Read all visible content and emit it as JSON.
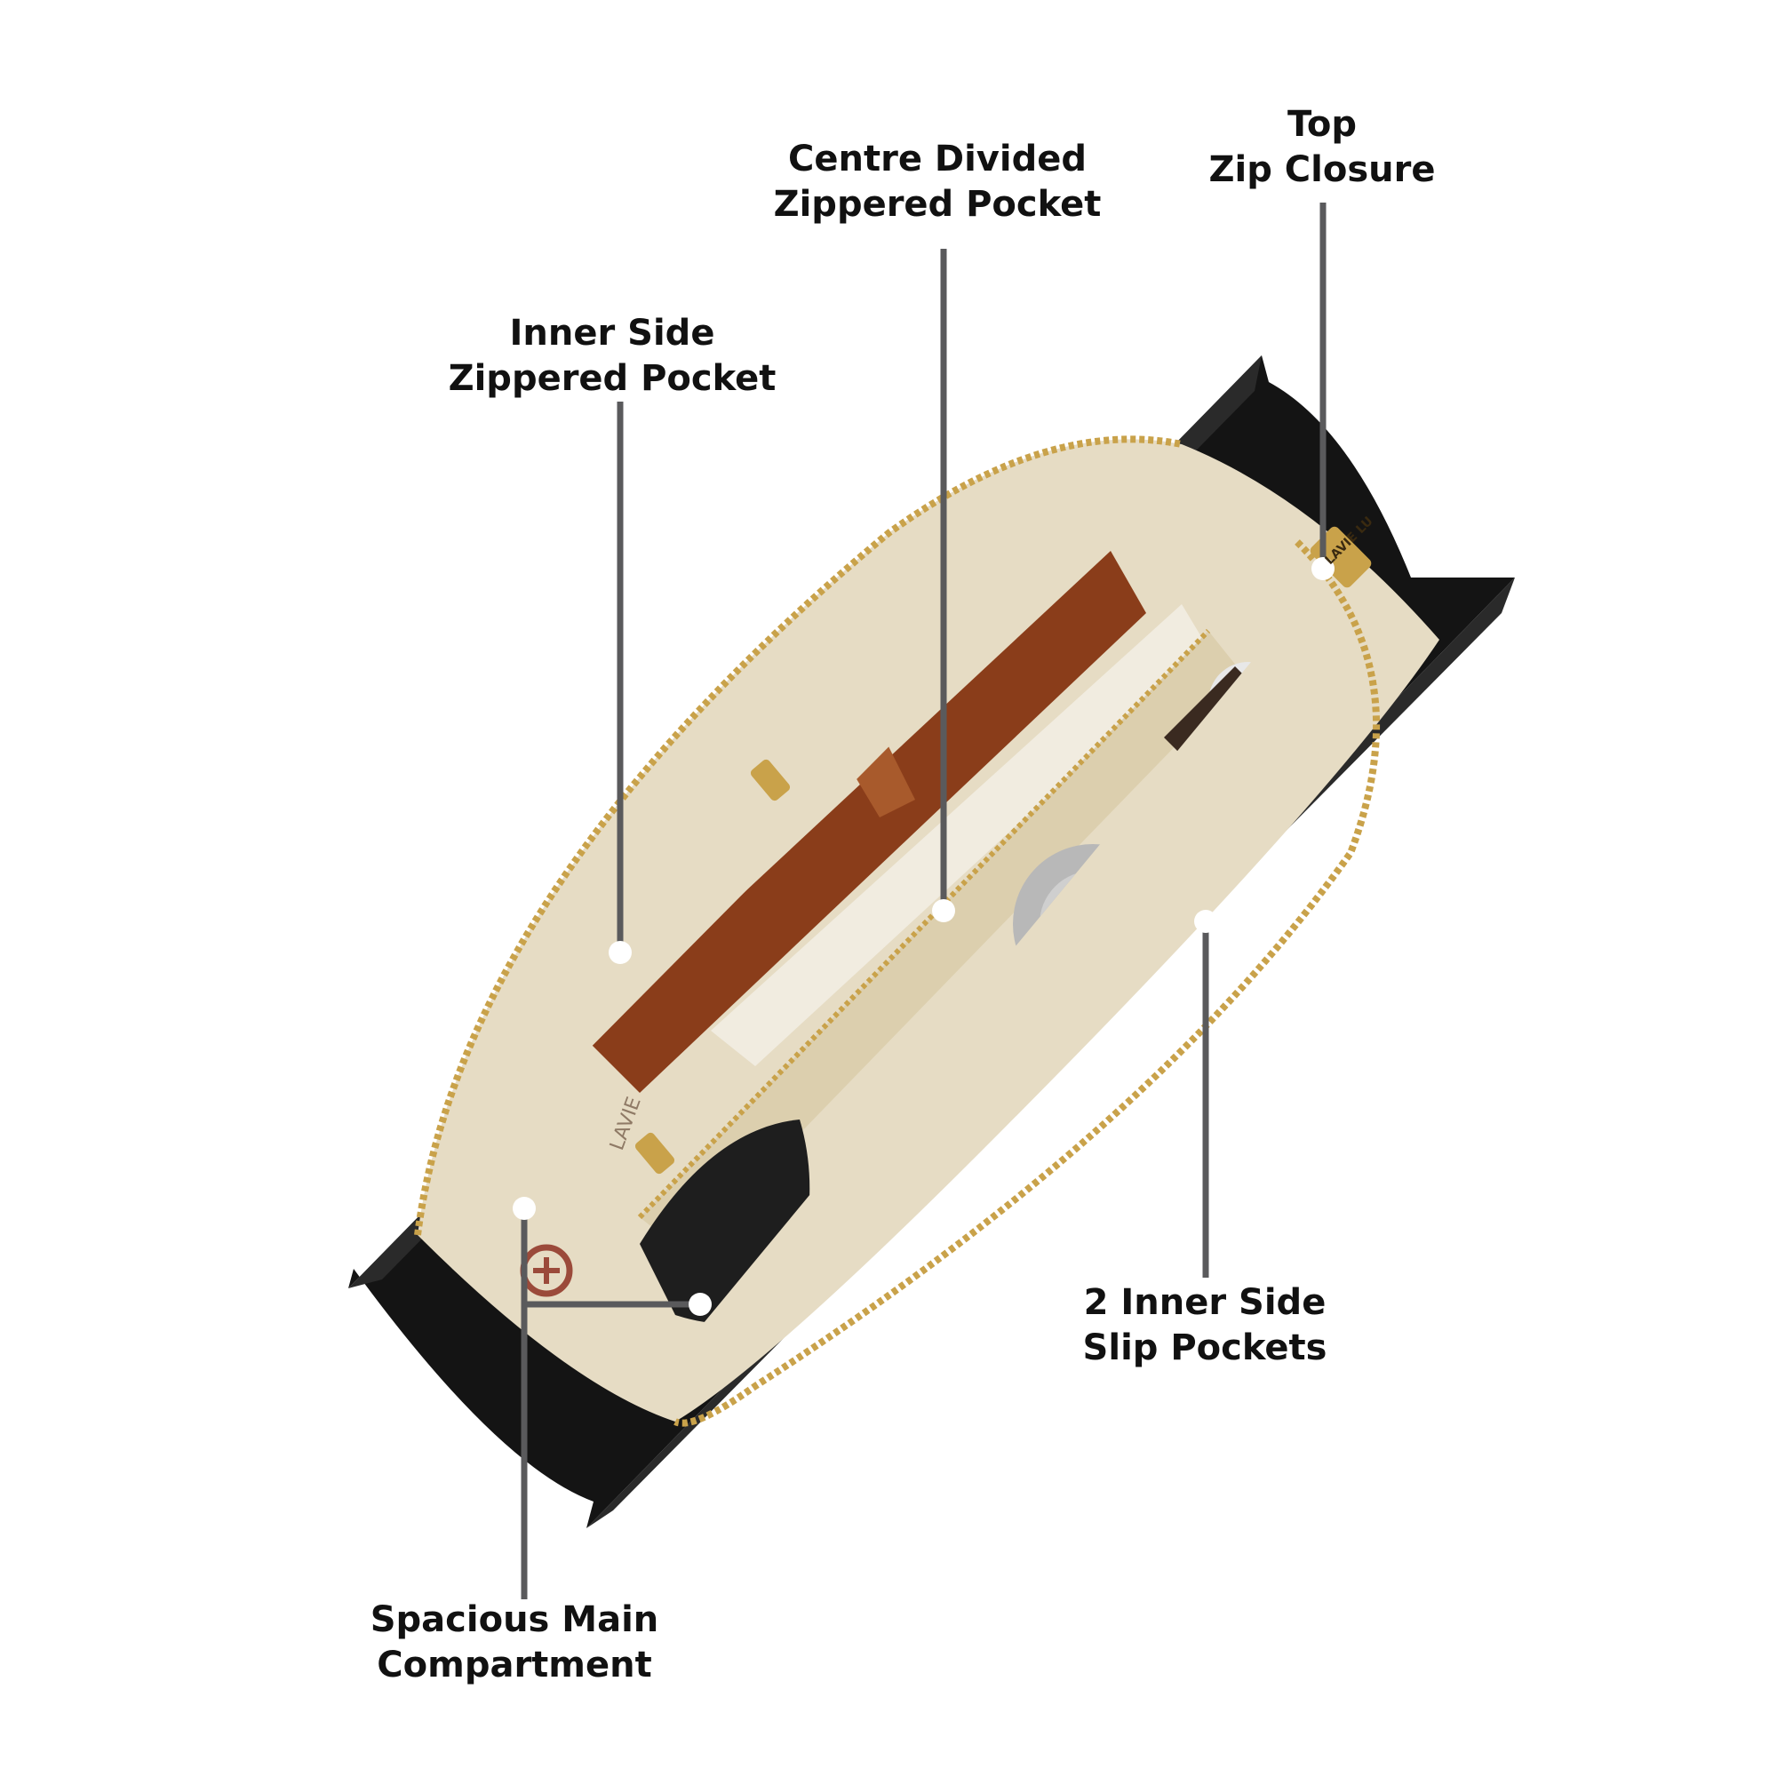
{
  "colors": {
    "background": "#ffffff",
    "text": "#111111",
    "leader_line": "#5a5a5c",
    "marker_dot": "#ffffff",
    "bag_exterior": "#141414",
    "lining": "#e6dcc4",
    "zipper": "#c9a24a",
    "leather": "#8a3d1a",
    "logo_mark": "#9b4a3a"
  },
  "callouts": [
    {
      "id": "top-zip-closure",
      "lines": [
        "Top",
        "Zip Closure"
      ]
    },
    {
      "id": "centre-divided-zippered-pocket",
      "lines": [
        "Centre Divided",
        "Zippered Pocket"
      ]
    },
    {
      "id": "inner-side-zippered-pocket",
      "lines": [
        "Inner Side",
        "Zippered Pocket"
      ]
    },
    {
      "id": "inner-side-slip-pockets",
      "lines": [
        "2 Inner Side",
        "Slip Pockets"
      ]
    },
    {
      "id": "spacious-main-compartment",
      "lines": [
        "Spacious Main",
        "Compartment"
      ]
    }
  ],
  "product": {
    "lining_print_text": "LAVIE",
    "zip_puller_text": "LAVIE LU"
  }
}
